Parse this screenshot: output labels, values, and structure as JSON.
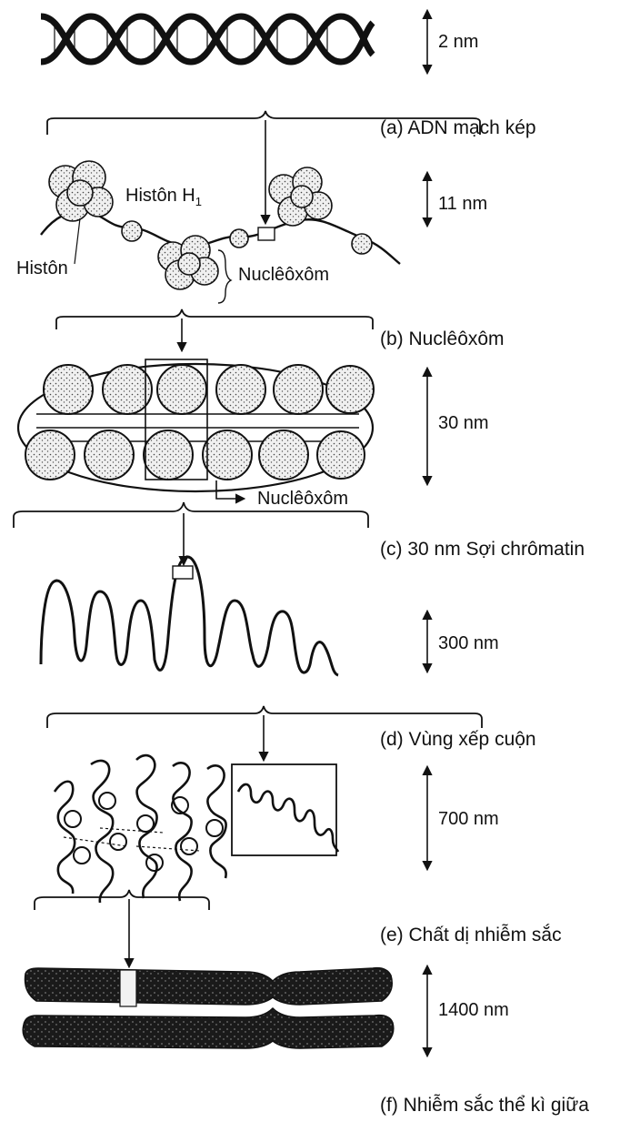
{
  "stages": [
    {
      "label": "(a) ADN mạch kép",
      "size": "2 nm"
    },
    {
      "label": "(b) Nuclêôxôm",
      "size": "11 nm"
    },
    {
      "label": "(c) 30 nm Sợi chrômatin",
      "size": "30 nm"
    },
    {
      "label": "(d) Vùng xếp cuộn",
      "size": "300 nm"
    },
    {
      "label": "(e) Chất dị nhiễm sắc",
      "size": "700 nm"
    },
    {
      "label": "(f) Nhiễm sắc thể kì giữa",
      "size": "1400 nm"
    }
  ],
  "inline_labels": {
    "histone_h1": "Histôn H",
    "histone_h1_sub": "1",
    "histone": "Histôn",
    "nucleosome_b": "Nuclêôxôm",
    "nucleosome_c": "Nuclêôxôm"
  },
  "colors": {
    "ink": "#111111",
    "bead_fill": "#e6e6e6",
    "chromosome": "#1a1a1a"
  }
}
